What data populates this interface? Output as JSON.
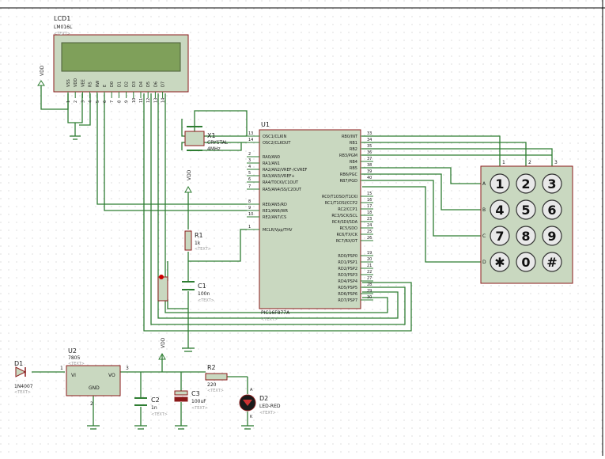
{
  "lcd": {
    "ref": "LCD1",
    "model": "LM016L",
    "text_tag": "<TEXT>",
    "pins": [
      "VSS",
      "VDD",
      "VEE",
      "RS",
      "RW",
      "E",
      "D0",
      "D1",
      "D2",
      "D3",
      "D4",
      "D5",
      "D6",
      "D7"
    ],
    "pin_numbers": [
      "1",
      "2",
      "3",
      "4",
      "5",
      "6",
      "7",
      "8",
      "9",
      "10",
      "11",
      "12",
      "13",
      "14"
    ]
  },
  "power": {
    "vdd_label": "VDD"
  },
  "crystal": {
    "ref": "X1",
    "type": "CRYSTAL",
    "freq": "4MHz"
  },
  "mcu": {
    "ref": "U1",
    "part": "PIC16F877A",
    "text_tag": "<TEXT>",
    "left_pins": [
      {
        "num": "13",
        "name": "OSC1/CLKIN"
      },
      {
        "num": "14",
        "name": "OSC2/CLKOUT"
      },
      {
        "num": "2",
        "name": "RA0/AN0"
      },
      {
        "num": "3",
        "name": "RA1/AN1"
      },
      {
        "num": "4",
        "name": "RA2/AN2/VREF-/CVREF"
      },
      {
        "num": "5",
        "name": "RA3/AN3/VREF+"
      },
      {
        "num": "6",
        "name": "RA4/T0CKI/C1OUT"
      },
      {
        "num": "7",
        "name": "RA5/AN4/SS/C2OUT"
      },
      {
        "num": "8",
        "name": "RE0/AN5/RD"
      },
      {
        "num": "9",
        "name": "RE1/AN6/WR"
      },
      {
        "num": "10",
        "name": "RE2/AN7/CS"
      },
      {
        "num": "1",
        "name": "MCLR/Vpp/THV"
      }
    ],
    "right_pins": [
      {
        "num": "33",
        "name": "RB0/INT"
      },
      {
        "num": "34",
        "name": "RB1"
      },
      {
        "num": "35",
        "name": "RB2"
      },
      {
        "num": "36",
        "name": "RB3/PGM"
      },
      {
        "num": "37",
        "name": "RB4"
      },
      {
        "num": "38",
        "name": "RB5"
      },
      {
        "num": "39",
        "name": "RB6/PGC"
      },
      {
        "num": "40",
        "name": "RB7/PGD"
      },
      {
        "num": "15",
        "name": "RC0/T1OSO/T1CKI"
      },
      {
        "num": "16",
        "name": "RC1/T1OSI/CCP2"
      },
      {
        "num": "17",
        "name": "RC2/CCP1"
      },
      {
        "num": "18",
        "name": "RC3/SCK/SCL"
      },
      {
        "num": "23",
        "name": "RC4/SDI/SDA"
      },
      {
        "num": "24",
        "name": "RC5/SDO"
      },
      {
        "num": "25",
        "name": "RC6/TX/CK"
      },
      {
        "num": "26",
        "name": "RC7/RX/DT"
      },
      {
        "num": "19",
        "name": "RD0/PSP0"
      },
      {
        "num": "20",
        "name": "RD1/PSP1"
      },
      {
        "num": "21",
        "name": "RD2/PSP2"
      },
      {
        "num": "22",
        "name": "RD3/PSP3"
      },
      {
        "num": "27",
        "name": "RD4/PSP4"
      },
      {
        "num": "28",
        "name": "RD5/PSP5"
      },
      {
        "num": "29",
        "name": "RD6/PSP6"
      },
      {
        "num": "30",
        "name": "RD7/PSP7"
      }
    ]
  },
  "keypad": {
    "cols": [
      "1",
      "2",
      "3"
    ],
    "rows": [
      "A",
      "B",
      "C",
      "D"
    ],
    "keys": [
      "1",
      "2",
      "3",
      "4",
      "5",
      "6",
      "7",
      "8",
      "9",
      "✱",
      "0",
      "#"
    ]
  },
  "r1": {
    "ref": "R1",
    "value": "1k",
    "text_tag": "<TEXT>"
  },
  "c1": {
    "ref": "C1",
    "value": "100n",
    "text_tag": "<TEXT>"
  },
  "d1": {
    "ref": "D1",
    "part": "1N4007",
    "text_tag": "<TEXT>"
  },
  "u2": {
    "ref": "U2",
    "part": "7805",
    "text_tag": "<TEXT>",
    "vi": "VI",
    "vo": "VO",
    "gnd": "GND",
    "pin1": "1",
    "pin2": "2",
    "pin3": "3"
  },
  "c2": {
    "ref": "C2",
    "value": "1n",
    "text_tag": "<TEXT>"
  },
  "c3": {
    "ref": "C3",
    "value": "100uF",
    "text_tag": "<TEXT>"
  },
  "r2": {
    "ref": "R2",
    "value": "220",
    "text_tag": "<TEXT>"
  },
  "d2": {
    "ref": "D2",
    "part": "LED-RED",
    "text_tag": "<TEXT>",
    "a": "A",
    "k": "K"
  },
  "colors": {
    "wire": "#2e7d32",
    "body": "#c9d8c0",
    "outline": "#8b1a1a",
    "label": "#1a1a1a",
    "tag": "#9a9a9a",
    "lcd_screen": "#7fa05a"
  }
}
